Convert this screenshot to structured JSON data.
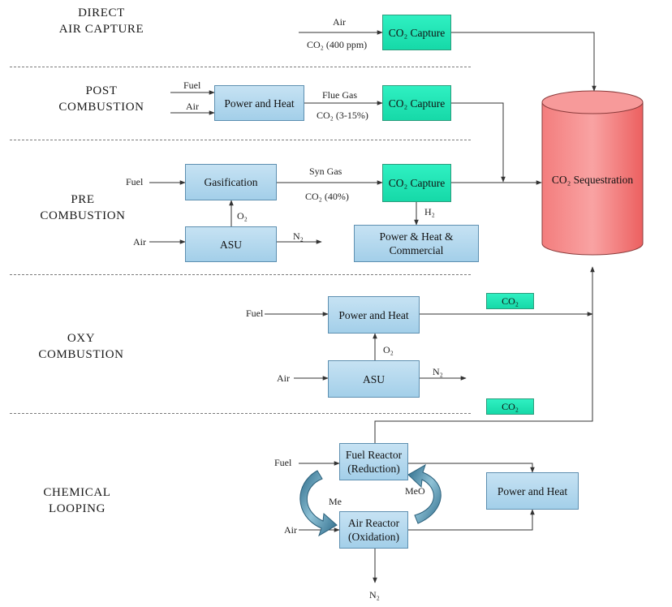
{
  "sections": {
    "direct_air": [
      "DIRECT",
      "AIR CAPTURE"
    ],
    "post": [
      "POST",
      "COMBUSTION"
    ],
    "pre": [
      "PRE",
      "COMBUSTION"
    ],
    "oxy": [
      "OXY",
      "COMBUSTION"
    ],
    "looping": [
      "CHEMICAL",
      "LOOPING"
    ]
  },
  "boxes": {
    "co2_capture": "CO₂ Capture",
    "power_heat": "Power and Heat",
    "gasification": "Gasification",
    "asu": "ASU",
    "power_heat_commercial": [
      "Power & Heat &",
      "Commercial"
    ],
    "co2": "CO₂",
    "fuel_reactor": [
      "Fuel Reactor",
      "(Reduction)"
    ],
    "air_reactor": [
      "Air Reactor",
      "(Oxidation)"
    ],
    "sequestration": "CO₂ Sequestration"
  },
  "labels": {
    "air": "Air",
    "fuel": "Fuel",
    "co2_400ppm": "CO₂ (400 ppm)",
    "flue_gas": "Flue Gas",
    "co2_3_15": "CO₂ (3-15%)",
    "syn_gas": "Syn Gas",
    "co2_40": "CO₂ (40%)",
    "o2": "O₂",
    "n2": "N₂",
    "h2": "H₂",
    "me": "Me",
    "meo": "MeO"
  },
  "colors": {
    "process_box": "#b3d8ee",
    "capture_box": "#1fe6b4",
    "sequestration_tank": "#f56b6b",
    "loop_arrow": "#2f6f8e"
  }
}
